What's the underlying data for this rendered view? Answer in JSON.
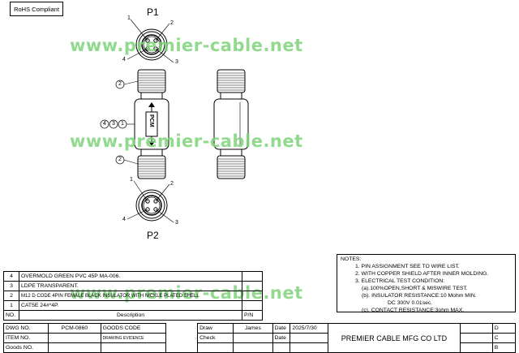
{
  "rohs": "RoHS Compliant",
  "p1": {
    "label": "P1",
    "pins": [
      "1",
      "2",
      "3",
      "4"
    ]
  },
  "p2": {
    "label": "P2",
    "pins": [
      "1",
      "2",
      "3",
      "4"
    ]
  },
  "watermark": "www.premier-cable.net",
  "callouts": {
    "c2a": "2",
    "c2b": "2",
    "c4": "4",
    "c3": "3",
    "c1": "1"
  },
  "pcm_text": "PCM",
  "notes": {
    "title": "NOTES:",
    "lines": [
      "1. PIN ASSIGNMENT SEE TO WIRE LIST.",
      "2. WITH COPPER SHIELD AFTER INNER MOLDING.",
      "3. ELECTRICAL TEST CONDITION:",
      "(a).100%OPEN,SHORT & MISWIRE TEST.",
      "(b). INSULATOR RESISTANCE:10 Mohm MIN.",
      "DC 300V 0.01sec.",
      "(c). CONTACT RESISTANCE:3ohm MAX."
    ]
  },
  "bom": {
    "rows": [
      {
        "no": "4",
        "desc": "OVERMOLD GREEN PVC 45P MA-006.",
        "pn": ""
      },
      {
        "no": "3",
        "desc": "LDPE TRANSPARENT.",
        "pn": ""
      },
      {
        "no": "2",
        "desc": "M12 D CODE 4PIN FEMALE BLACK INSULATOR WITH NICKLE PLATED SHELL",
        "pn": ""
      },
      {
        "no": "1",
        "desc": "CAT5E  24#*4P.",
        "pn": ""
      }
    ],
    "header": {
      "no": "NO.",
      "desc": "Description",
      "pn": "P/N"
    }
  },
  "titleblock": {
    "dwg_no_label": "DWG NO.",
    "dwg_no": "PCM-0860",
    "goods_code_label": "GOODS CODE",
    "item_no_label": "ITEM NO.",
    "drawing_evidence": "DRAWING EVIDENCE",
    "goods_no_label": "Goods NO.",
    "draw_label": "Draw",
    "draw_name": "James",
    "date_label": "Date",
    "date_value": "2025/7/30",
    "check_label": "Check",
    "date2_label": "Date",
    "company": "PREMIER CABLE MFG CO LTD",
    "revs": [
      "D",
      "C",
      "B"
    ]
  }
}
